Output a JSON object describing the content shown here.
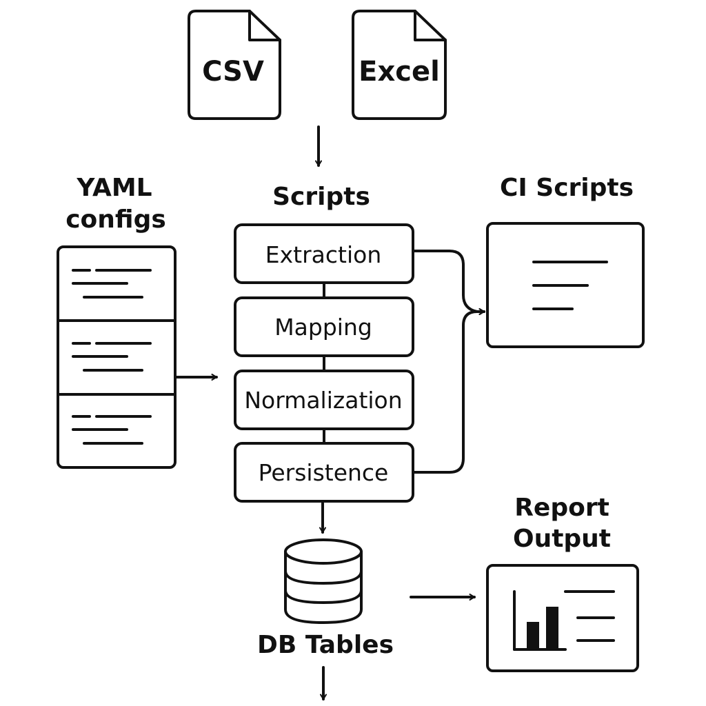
{
  "inputs": {
    "csv_label": "CSV",
    "excel_label": "Excel"
  },
  "yaml": {
    "title_line1": "YAML",
    "title_line2": "configs"
  },
  "scripts": {
    "title": "Scripts",
    "stages": [
      "Extraction",
      "Mapping",
      "Normalization",
      "Persistence"
    ]
  },
  "ci": {
    "title": "CI Scripts"
  },
  "db": {
    "label": "DB Tables"
  },
  "report": {
    "title_line1": "Report",
    "title_line2": "Output"
  },
  "colors": {
    "stroke": "#111111",
    "background": "#ffffff"
  }
}
